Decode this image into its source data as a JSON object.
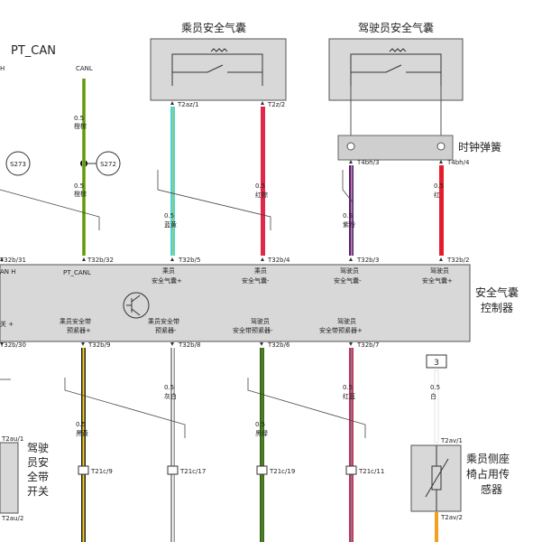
{
  "bus": {
    "title": "PT_CAN",
    "wire_label": "CANL",
    "edge_label_h": "H",
    "edge_label_canh": "AN H"
  },
  "splices": [
    {
      "id": "S273"
    },
    {
      "id": "S272"
    }
  ],
  "components": {
    "passenger_airbag": {
      "title": "乘员安全气囊"
    },
    "driver_airbag": {
      "title": "驾驶员安全气囊"
    },
    "clock_spring": {
      "title": "时钟弹簧"
    },
    "controller": {
      "title_line1": "安全气囊",
      "title_line2": "控制器"
    },
    "seat_sensor": {
      "line1": "乘员侧座",
      "line2": "椅占用传",
      "line3": "感器"
    },
    "belt_switch": {
      "line1": "驾驶",
      "line2": "员安",
      "line3": "全带",
      "line4": "开关"
    },
    "fuse_ref": {
      "label": "3"
    }
  },
  "wires": [
    {
      "key": "canl",
      "gauge": "0.5",
      "color_name": "橙棕",
      "color_name2": "橙棕",
      "color": "#7ec12a",
      "stripe": "#5a5a1a"
    },
    {
      "key": "p_plus",
      "gauge": "0.5",
      "color_name": "蓝黄",
      "color": "#4fd2d6",
      "stripe": "#8fd07a"
    },
    {
      "key": "p_minus",
      "gauge": "0.5",
      "color_name": "红棕",
      "color": "#e0284a",
      "stripe": "#b0283a"
    },
    {
      "key": "d_minus",
      "gauge": "0.5",
      "color_name": "紫粉",
      "color": "#4a2a6a",
      "stripe": "#d878c0"
    },
    {
      "key": "d_plus",
      "gauge": "0.5",
      "color_name": "红",
      "color": "#e31d2c",
      "stripe": "#e31d2c"
    },
    {
      "key": "w9",
      "gauge": "0.5",
      "color_name": "黑黄",
      "color": "#222222",
      "stripe": "#f5d51c"
    },
    {
      "key": "w8",
      "gauge": "0.5",
      "color_name": "灰白",
      "color": "#9a9a9a",
      "stripe": "#ffffff"
    },
    {
      "key": "w6",
      "gauge": "0.5",
      "color_name": "黑绿",
      "color": "#3a6a1a",
      "stripe": "#5a8a2a"
    },
    {
      "key": "w7",
      "gauge": "0.5",
      "color_name": "红蓝",
      "color": "#c83050",
      "stripe": "#8080a0"
    },
    {
      "key": "sensor",
      "gauge": "0.5",
      "color_name": "白",
      "color": "#ffffff",
      "stripe": "#dddddd"
    }
  ],
  "pins": {
    "t2az_1": "T2az/1",
    "t2z_2": "T2z/2",
    "t4bh_3": "T4bh/3",
    "t4bh_4": "T4bh/4",
    "t32b_31": "T32b/31",
    "t32b_32": "T32b/32",
    "t32b_5": "T32b/5",
    "t32b_4": "T32b/4",
    "t32b_3": "T32b/3",
    "t32b_2": "T32b/2",
    "t32b_30": "T32b/30",
    "t32b_9": "T32b/9",
    "t32b_8": "T32b/8",
    "t32b_6": "T32b/6",
    "t32b_7": "T32b/7",
    "t2au_1": "T2au/1",
    "t2au_2": "T2au/2",
    "t2av_1": "T2av/1",
    "t2av_2": "T2av/2",
    "t21c_9": "T21c/9",
    "t21c_17": "T21c/17",
    "t21c_19": "T21c/19",
    "t21c_11": "T21c/11"
  },
  "controller_pins_top": [
    {
      "key": "canl",
      "line1": "PT_CANL",
      "line2": ""
    },
    {
      "key": "p_plus",
      "line1": "乘员",
      "line2": "安全气囊+"
    },
    {
      "key": "p_minus",
      "line1": "乘员",
      "line2": "安全气囊-"
    },
    {
      "key": "d_minus",
      "line1": "驾驶员",
      "line2": "安全气囊-"
    },
    {
      "key": "d_plus",
      "line1": "驾驶员",
      "line2": "安全气囊+"
    }
  ],
  "controller_pins_bottom": [
    {
      "key": "w9",
      "line1": "乘员安全带",
      "line2": "预紧器+"
    },
    {
      "key": "w8",
      "line1": "乘员安全带",
      "line2": "预紧器-"
    },
    {
      "key": "w6",
      "line1": "驾驶员",
      "line2": "安全带预紧器-"
    },
    {
      "key": "w7",
      "line1": "驾驶员",
      "line2": "安全带预紧器+"
    }
  ],
  "controller_left_edge": {
    "line1": "关 +"
  }
}
